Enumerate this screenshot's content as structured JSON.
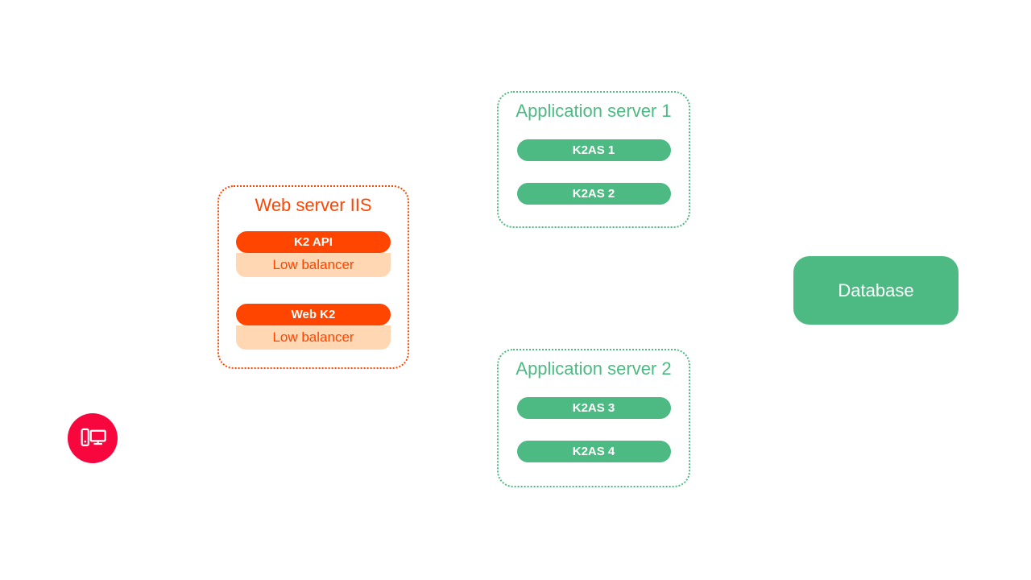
{
  "colors": {
    "workstation_red": "#F8063E",
    "orange": "#FF4500",
    "peach": "#FFD7B3",
    "green": "#4CBA82",
    "pill_text": "#FFFFFF",
    "background": "#FFFFFF"
  },
  "workstation": {
    "icon": "computer-icon"
  },
  "web_server": {
    "title": "Web server IIS",
    "nodes": [
      {
        "label": "K2 API",
        "sublabel": "Low balancer"
      },
      {
        "label": "Web K2",
        "sublabel": "Low balancer"
      }
    ]
  },
  "app_server_1": {
    "title": "Application server 1",
    "nodes": [
      {
        "label": "K2AS 1"
      },
      {
        "label": "K2AS 2"
      }
    ]
  },
  "app_server_2": {
    "title": "Application server 2",
    "nodes": [
      {
        "label": "K2AS 3"
      },
      {
        "label": "K2AS 4"
      }
    ]
  },
  "database": {
    "label": "Database"
  }
}
